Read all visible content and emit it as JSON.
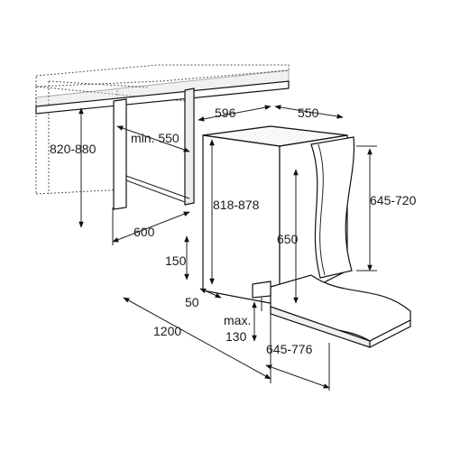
{
  "dimensions": {
    "cabinet_height": "820-880",
    "min_depth": "min. 550",
    "niche_width": "600",
    "appliance_height": "818-878",
    "appliance_width": "596",
    "appliance_depth": "550",
    "door_panel_height": "645-720",
    "inner_height": "650",
    "plinth_height": "150",
    "plinth_depth": "50",
    "door_opening": "1200",
    "max_clearance": "max.\n130",
    "max_label": "max.",
    "max_value": "130",
    "door_range": "645-776"
  }
}
